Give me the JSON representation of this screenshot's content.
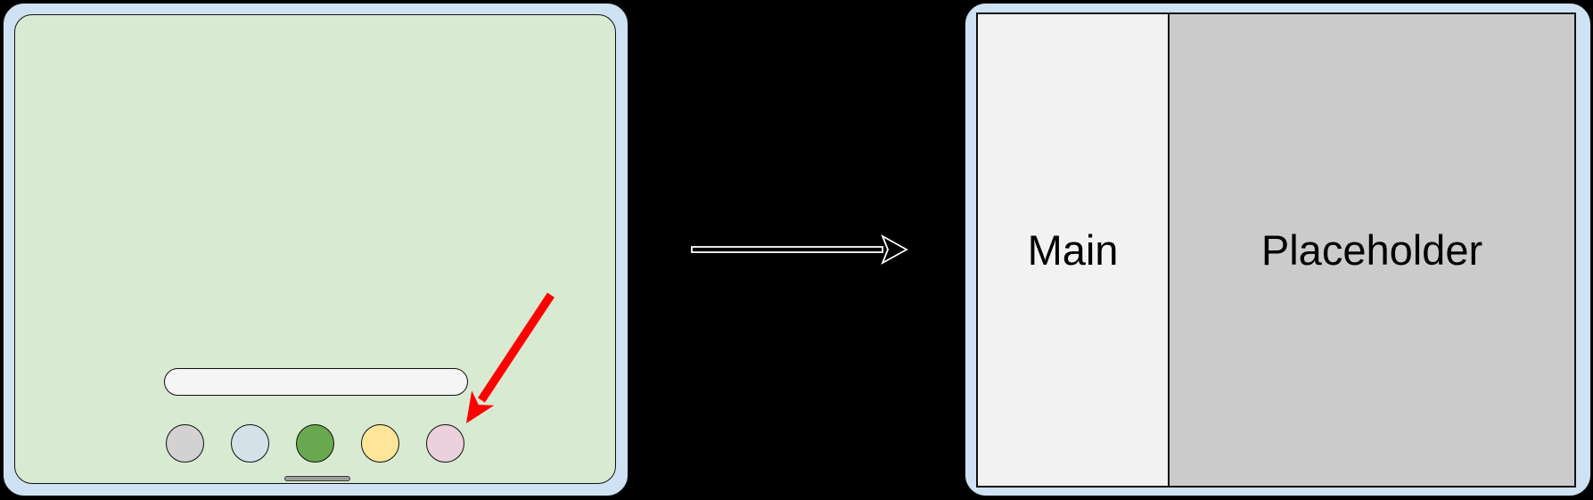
{
  "canvas": {
    "background_color": "#000000"
  },
  "left_device": {
    "frame_color": "#cfe2f3",
    "screen_color": "#d9ead3",
    "search_bar": {
      "value": "",
      "fill_color": "#f5f5f5"
    },
    "dock_icons": [
      {
        "name": "dock-icon-gray",
        "color": "#d2d2d2"
      },
      {
        "name": "dock-icon-blue",
        "color": "#d4e1e8"
      },
      {
        "name": "dock-icon-green",
        "color": "#6aa84f"
      },
      {
        "name": "dock-icon-yellow",
        "color": "#ffe599"
      },
      {
        "name": "dock-icon-pink",
        "color": "#ead1dc"
      }
    ],
    "home_indicator_color": "#9e9e9e"
  },
  "annotation": {
    "tap_arrow_color": "#ff0000",
    "points_at": "dock-icon-pink"
  },
  "transition_arrow": {
    "fill_color": "#000000",
    "outline_color": "#ffffff"
  },
  "right_device": {
    "frame_color": "#cfe2f3",
    "panes": [
      {
        "label": "Main",
        "color": "#f2f2f3"
      },
      {
        "label": "Placeholder",
        "color": "#cbcbcb"
      }
    ]
  }
}
